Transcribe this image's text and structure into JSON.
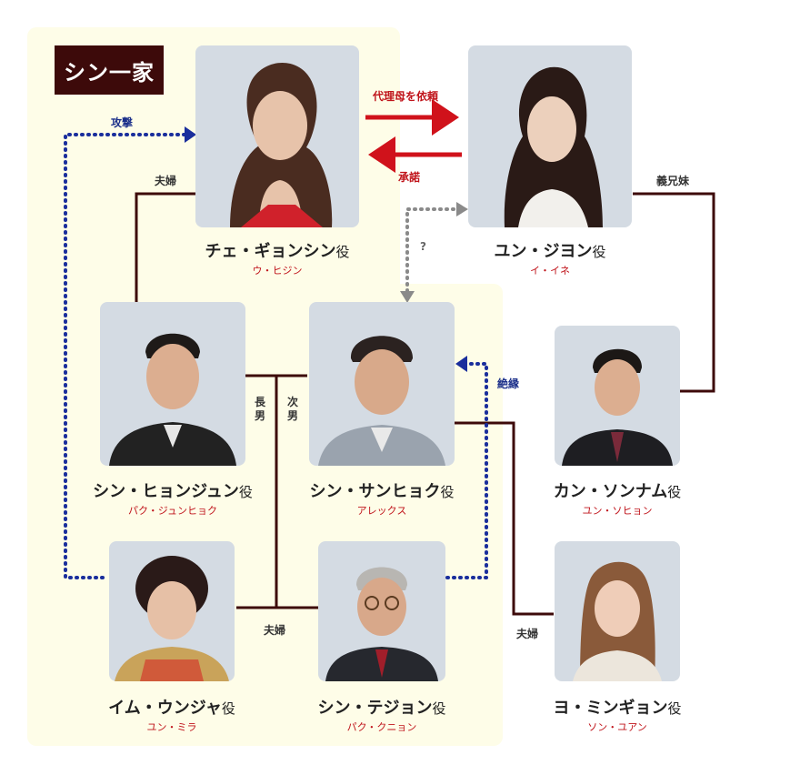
{
  "family_label": "シン一家",
  "yaku": "役",
  "colors": {
    "relation_line": "#3d0a0a",
    "arrow_red": "#d0121b",
    "attack_blue": "#1a2e9c",
    "unknown_gray": "#8a8a8a",
    "family_bg": "#fefde8"
  },
  "people": {
    "kyongshin": {
      "name": "チェ・ギョンシン",
      "actor": "ウ・ヒジン"
    },
    "jiyon": {
      "name": "ユン・ジヨン",
      "actor": "イ・イネ"
    },
    "hyonjun": {
      "name": "シン・ヒョンジュン",
      "actor": "パク・ジュンヒョク"
    },
    "sanhyok": {
      "name": "シン・サンヒョク",
      "actor": "アレックス"
    },
    "sonnam": {
      "name": "カン・ソンナム",
      "actor": "ユン・ソヒョン"
    },
    "unja": {
      "name": "イム・ウンジャ",
      "actor": "ユン・ミラ"
    },
    "tejon": {
      "name": "シン・テジョン",
      "actor": "パク・クニョン"
    },
    "mingyon": {
      "name": "ヨ・ミンギョン",
      "actor": "ソン・ユアン"
    }
  },
  "relations": {
    "surrogate_request": "代理母を依頼",
    "consent": "承諾",
    "attack": "攻撃",
    "couple_top": "夫婦",
    "sister_in_law": "義兄妹",
    "unknown": "?",
    "eldest_son": "長男",
    "second_son": "次男",
    "disowned": "絶縁",
    "couple_parents": "夫婦",
    "couple_right": "夫婦"
  }
}
